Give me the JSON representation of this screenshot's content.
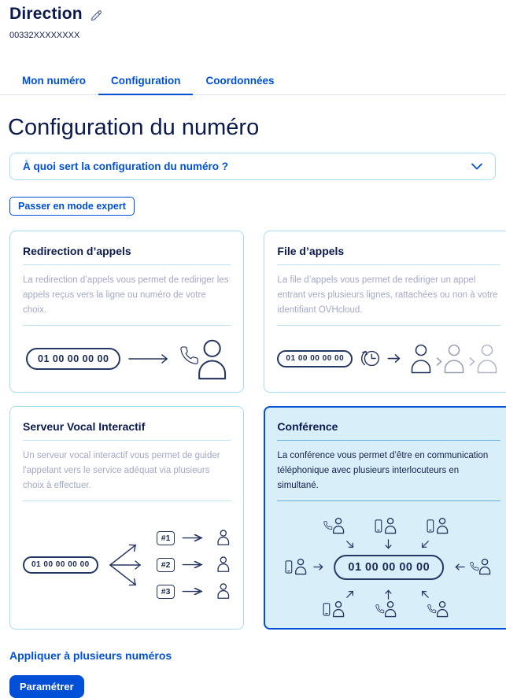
{
  "header": {
    "title": "Direction",
    "subtitle": "00332XXXXXXXX"
  },
  "tabs": [
    {
      "label": "Mon numéro",
      "active": false
    },
    {
      "label": "Configuration",
      "active": true
    },
    {
      "label": "Coordonnées",
      "active": false
    }
  ],
  "page": {
    "heading": "Configuration du numéro",
    "accordion_label": "À quoi sert la configuration du numéro ?",
    "expert_button": "Passer en mode expert",
    "apply_link": "Appliquer à plusieurs numéros",
    "submit_button": "Paramétrer"
  },
  "cards": [
    {
      "title": "Redirection d’appels",
      "description": "La redirection d’appels vous permet de rediriger les appels reçus vers la ligne ou numéro de votre choix.",
      "phone": "01 00 00 00 00",
      "selected": false
    },
    {
      "title": "File d’appels",
      "description": "La file d’appels vous permet de rediriger un appel entrant vers plusieurs lignes, rattachées ou non à votre identifiant OVHcloud.",
      "phone": "01 00 00 00 00",
      "selected": false
    },
    {
      "title": "Serveur Vocal Interactif",
      "description": "Un serveur vocal interactif vous permet de guider l'appelant vers le service adéquat via plusieurs choix à effectuer.",
      "phone": "01 00 00 00 00",
      "ivr_options": [
        "#1",
        "#2",
        "#3"
      ],
      "selected": false
    },
    {
      "title": "Conférence",
      "description": "La conférence vous permet d’être en communication téléphonique avec plusieurs interlocuteurs en simultané.",
      "phone": "01 00 00 00 00",
      "selected": true
    }
  ],
  "icons": {
    "edit": "pencil-icon",
    "accordion": "chevron-down-icon",
    "redirection_illustration": "person-with-handset-icon",
    "queue_illustration": "clock-history-icon, person-icons",
    "ivr_illustration": "branch-arrows, person-icons",
    "conference_illustration": "person-with-device-icons around phone pill"
  },
  "colors": {
    "accent": "#0050d7",
    "heading": "#0b1a4e",
    "card_border": "#a8dcf3",
    "selected_card_bg": "#d8effa",
    "selected_card_border": "#0050d7",
    "muted_text": "#a3a8c9",
    "illustration_stroke": "#27355f"
  }
}
